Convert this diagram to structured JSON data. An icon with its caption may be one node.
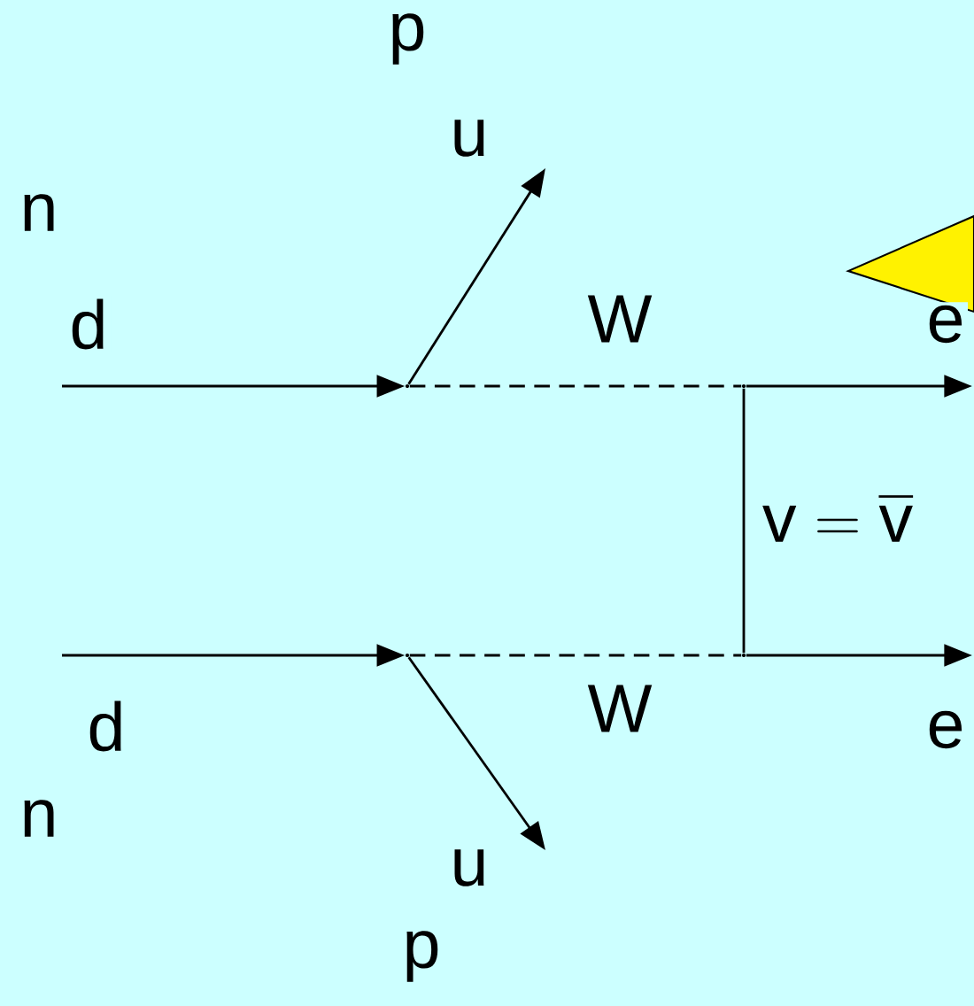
{
  "diagram": {
    "nodes": [
      {
        "text": [],
        "shape": "point"
      },
      {
        "text": [],
        "shape": "point"
      },
      {
        "text": [],
        "shape": "point"
      },
      {
        "text": [],
        "shape": "point"
      }
    ],
    "edges": [
      {
        "from": null,
        "to": 0,
        "arrow": "to",
        "label": "d"
      },
      {
        "from": 0,
        "to": null,
        "arrow": "to",
        "label": "u"
      },
      {
        "from": 0,
        "to": 2,
        "arrow": "none",
        "style": "dashed",
        "label": "W"
      },
      {
        "from": 2,
        "to": null,
        "arrow": "to",
        "label": "e"
      },
      {
        "from": 2,
        "to": 3,
        "arrow": "none",
        "label": "\\text{v} = \\overline{\\text{v}}"
      },
      {
        "from": null,
        "to": 1,
        "arrow": "to",
        "label": "d"
      },
      {
        "from": 1,
        "to": null,
        "arrow": "to",
        "label": "u"
      },
      {
        "from": 1,
        "to": 3,
        "arrow": "none",
        "style": "dashed",
        "label": "W"
      },
      {
        "from": 3,
        "to": null,
        "arrow": "to",
        "label": "e"
      }
    ],
    "labels": [
      "p",
      "n",
      "n",
      "p"
    ]
  }
}
